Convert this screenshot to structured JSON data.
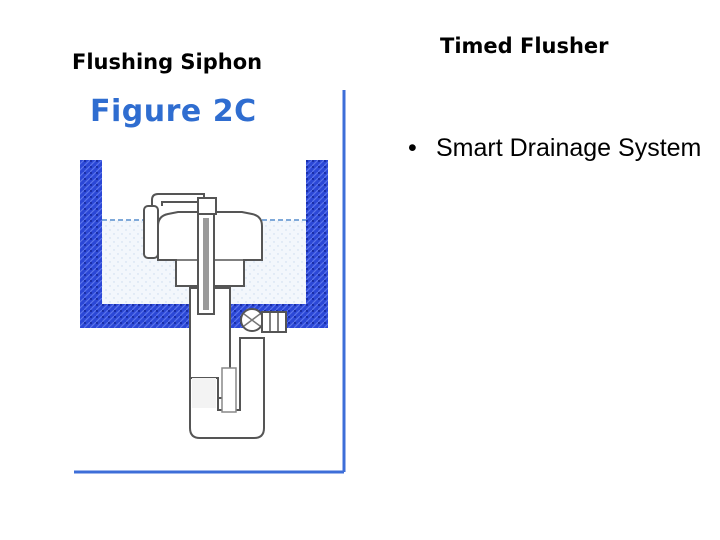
{
  "slide": {
    "left_title": "Flushing Siphon",
    "right_title": "Timed Flusher",
    "bullets": [
      "Smart Drainage System"
    ]
  },
  "figure": {
    "label": "Figure 2C",
    "icon": "flushing-siphon-diagram",
    "colors": {
      "tank": "#2b47d6",
      "tank_dark": "#1a2fa8",
      "water": "#eef4fb",
      "water_line": "#7fa9d9",
      "pipe_outline": "#555555",
      "pipe_fill": "#ffffff",
      "rod": "#9a9a9a",
      "frame": "#3d6ed8",
      "label": "#2f6dd0"
    }
  }
}
